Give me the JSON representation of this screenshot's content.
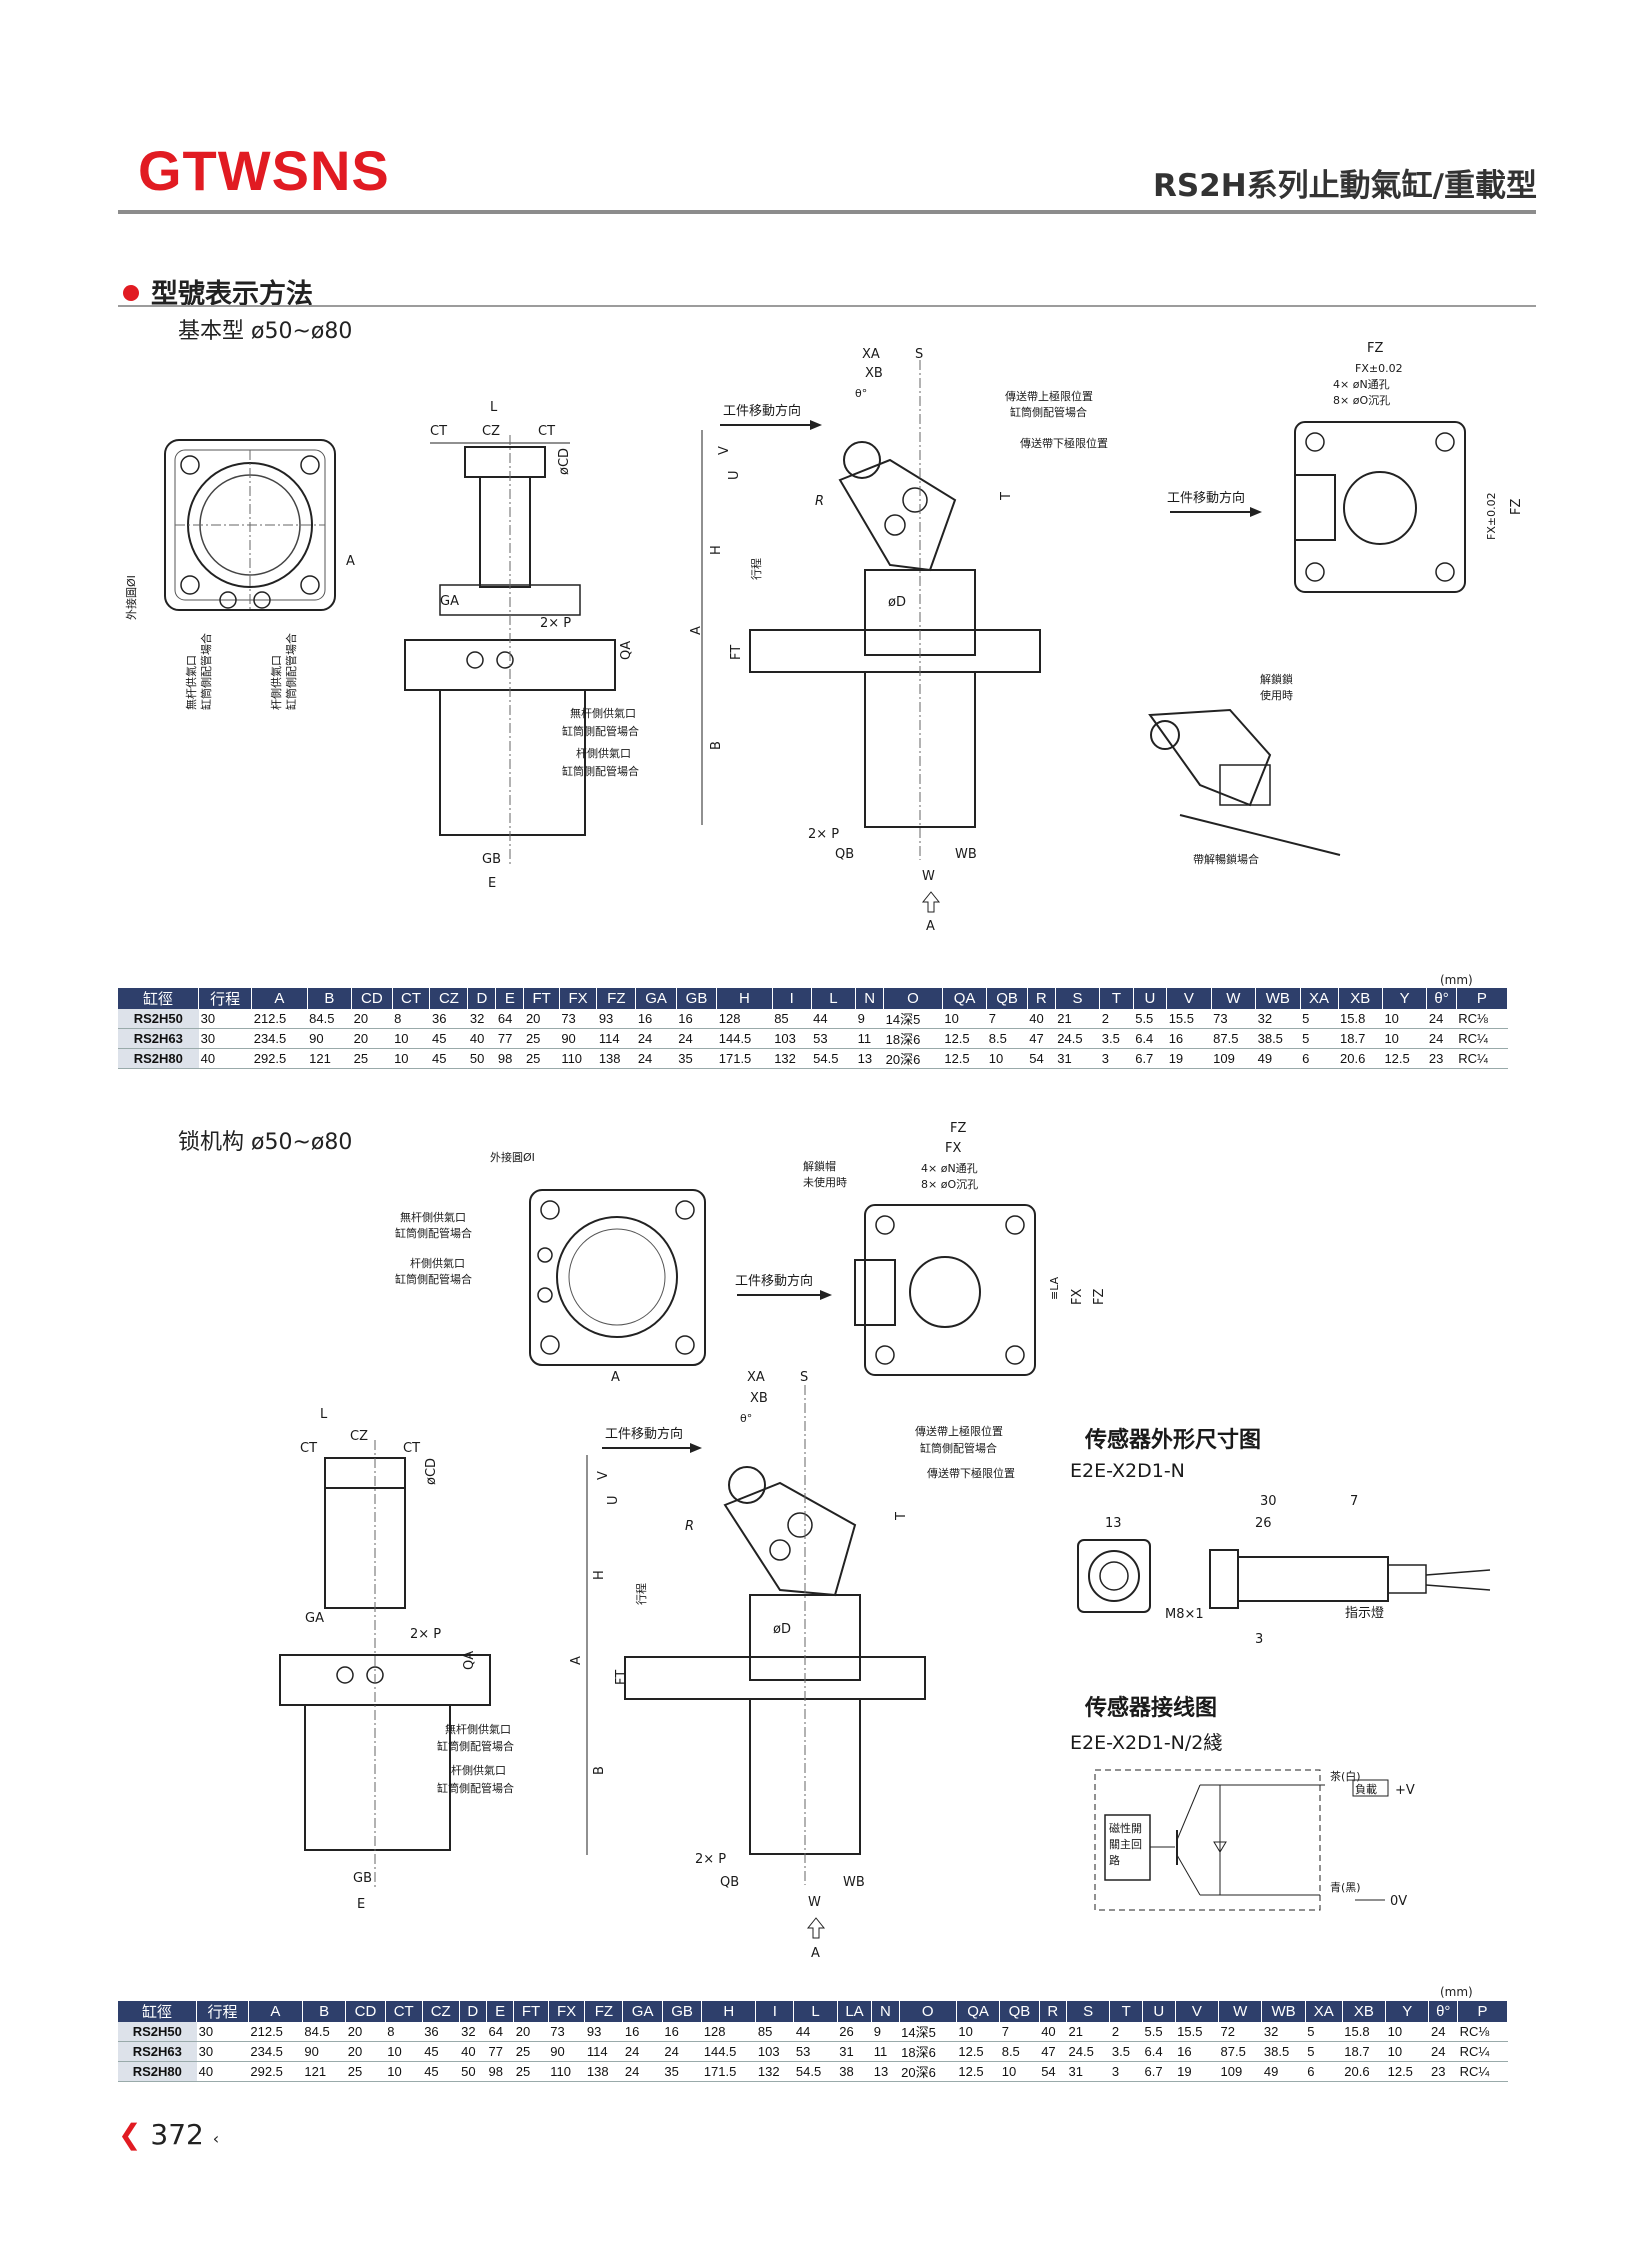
{
  "header": {
    "brand": "GTWSNS",
    "series_title": "RS2H系列止動氣缸/重載型"
  },
  "section": {
    "title": "型號表示方法"
  },
  "basic": {
    "subtitle": "基本型 ø50~ø80",
    "labels": {
      "outer_circle": "外接圓ØI",
      "rodless_port": "無杆供氣口",
      "rodless_port2": "缸筒側配管場合",
      "rod_port": "杆側供氣口",
      "rod_port2": "缸筒側配管場合",
      "work_dir": "工件移動方向",
      "upper_limit": "傳送帶上極限位置",
      "upper_limit2": "缸筒側配管場合",
      "lower_limit": "傳送帶下極限位置",
      "side_rodless": "無杆側供氣口",
      "side_rodless2": "缸筒側配管場合",
      "side_rod": "杆側供氣口",
      "side_rod2": "缸筒側配管場合",
      "n_hole": "4× øN通孔",
      "o_hole": "8× øO沉孔",
      "unlock_use": "解鎖鎖",
      "unlock_use2": "使用時",
      "with_unlock": "帶解暢鎖場合",
      "stroke": "行程"
    },
    "dims": [
      "L",
      "CZ",
      "CT",
      "CT",
      "øCD",
      "GA",
      "2× P",
      "QA",
      "GB",
      "E",
      "A",
      "XA",
      "S",
      "XB",
      "θ°",
      "V",
      "U",
      "T",
      "R",
      "H",
      "A",
      "FT",
      "B",
      "øD",
      "2× P",
      "QB",
      "WB",
      "W",
      "A",
      "FZ",
      "FX±0.02",
      "FX±0.02",
      "FZ"
    ]
  },
  "table1": {
    "unit": "(mm)",
    "headers": [
      "缸徑",
      "行程",
      "A",
      "B",
      "CD",
      "CT",
      "CZ",
      "D",
      "E",
      "FT",
      "FX",
      "FZ",
      "GA",
      "GB",
      "H",
      "I",
      "L",
      "N",
      "O",
      "QA",
      "QB",
      "R",
      "S",
      "T",
      "U",
      "V",
      "W",
      "WB",
      "XA",
      "XB",
      "Y",
      "θ°",
      "P"
    ],
    "rows": [
      [
        "RS2H50",
        "30",
        "212.5",
        "84.5",
        "20",
        "8",
        "36",
        "32",
        "64",
        "20",
        "73",
        "93",
        "16",
        "16",
        "128",
        "85",
        "44",
        "9",
        "14深5",
        "10",
        "7",
        "40",
        "21",
        "2",
        "5.5",
        "15.5",
        "73",
        "32",
        "5",
        "15.8",
        "10",
        "24",
        "RC⅛"
      ],
      [
        "RS2H63",
        "30",
        "234.5",
        "90",
        "20",
        "10",
        "45",
        "40",
        "77",
        "25",
        "90",
        "114",
        "24",
        "24",
        "144.5",
        "103",
        "53",
        "11",
        "18深6",
        "12.5",
        "8.5",
        "47",
        "24.5",
        "3.5",
        "6.4",
        "16",
        "87.5",
        "38.5",
        "5",
        "18.7",
        "10",
        "24",
        "RC¼"
      ],
      [
        "RS2H80",
        "40",
        "292.5",
        "121",
        "25",
        "10",
        "45",
        "50",
        "98",
        "25",
        "110",
        "138",
        "24",
        "35",
        "171.5",
        "132",
        "54.5",
        "13",
        "20深6",
        "12.5",
        "10",
        "54",
        "31",
        "3",
        "6.7",
        "19",
        "109",
        "49",
        "6",
        "20.6",
        "12.5",
        "23",
        "RC¼"
      ]
    ]
  },
  "lock": {
    "subtitle": "锁机构 ø50~ø80",
    "labels": {
      "outer_circle": "外接圓ØI",
      "rodless": "無杆側供氣口",
      "rodless2": "缸筒側配管場合",
      "rod": "杆側供氣口",
      "rod2": "缸筒側配管場合",
      "work_dir": "工件移動方向",
      "unlock_nouse": "解鎖帽",
      "unlock_nouse2": "未使用時",
      "n_hole": "4× øN通孔",
      "o_hole": "8× øO沉孔",
      "upper_limit": "傳送帶上極限位置",
      "upper_limit2": "缸筒側配管場合",
      "lower_limit": "傳送帶下極限位置",
      "side_rodless": "無杆側供氣口",
      "side_rodless2": "缸筒側配管場合",
      "side_rod": "杆側供氣口",
      "side_rod2": "缸筒側配管場合",
      "stroke": "行程"
    },
    "dims": [
      "FZ",
      "FX",
      "≡LA",
      "FX",
      "FZ",
      "A",
      "L",
      "CZ",
      "CT",
      "CT",
      "øCD",
      "GA",
      "2× P",
      "QA",
      "GB",
      "E",
      "XA",
      "S",
      "XB",
      "θ°",
      "V",
      "U",
      "T",
      "R",
      "H",
      "A",
      "FT",
      "B",
      "øD",
      "2× P",
      "QB",
      "WB",
      "W",
      "A"
    ]
  },
  "sensor": {
    "outline_title": "传感器外形尺寸图",
    "outline_model": "E2E-X2D1-N",
    "dims": [
      "13",
      "30",
      "7",
      "26",
      "M8×1",
      "3"
    ],
    "indicator": "指示燈",
    "wiring_title": "传感器接线图",
    "wiring_model": "E2E-X2D1-N/2綫",
    "box_text": [
      "磁性開",
      "關主回",
      "路"
    ],
    "brown": "茶(白)",
    "load": "負載",
    "plus": "+V",
    "blue": "青(黑)",
    "zero": "0V"
  },
  "table2": {
    "unit": "(mm)",
    "headers": [
      "缸徑",
      "行程",
      "A",
      "B",
      "CD",
      "CT",
      "CZ",
      "D",
      "E",
      "FT",
      "FX",
      "FZ",
      "GA",
      "GB",
      "H",
      "I",
      "L",
      "LA",
      "N",
      "O",
      "QA",
      "QB",
      "R",
      "S",
      "T",
      "U",
      "V",
      "W",
      "WB",
      "XA",
      "XB",
      "Y",
      "θ°",
      "P"
    ],
    "rows": [
      [
        "RS2H50",
        "30",
        "212.5",
        "84.5",
        "20",
        "8",
        "36",
        "32",
        "64",
        "20",
        "73",
        "93",
        "16",
        "16",
        "128",
        "85",
        "44",
        "26",
        "9",
        "14深5",
        "10",
        "7",
        "40",
        "21",
        "2",
        "5.5",
        "15.5",
        "72",
        "32",
        "5",
        "15.8",
        "10",
        "24",
        "RC⅛"
      ],
      [
        "RS2H63",
        "30",
        "234.5",
        "90",
        "20",
        "10",
        "45",
        "40",
        "77",
        "25",
        "90",
        "114",
        "24",
        "24",
        "144.5",
        "103",
        "53",
        "31",
        "11",
        "18深6",
        "12.5",
        "8.5",
        "47",
        "24.5",
        "3.5",
        "6.4",
        "16",
        "87.5",
        "38.5",
        "5",
        "18.7",
        "10",
        "24",
        "RC¼"
      ],
      [
        "RS2H80",
        "40",
        "292.5",
        "121",
        "25",
        "10",
        "45",
        "50",
        "98",
        "25",
        "110",
        "138",
        "24",
        "35",
        "171.5",
        "132",
        "54.5",
        "38",
        "13",
        "20深6",
        "12.5",
        "10",
        "54",
        "31",
        "3",
        "6.7",
        "19",
        "109",
        "49",
        "6",
        "20.6",
        "12.5",
        "23",
        "RC¼"
      ]
    ]
  },
  "footer": {
    "page": "372"
  }
}
